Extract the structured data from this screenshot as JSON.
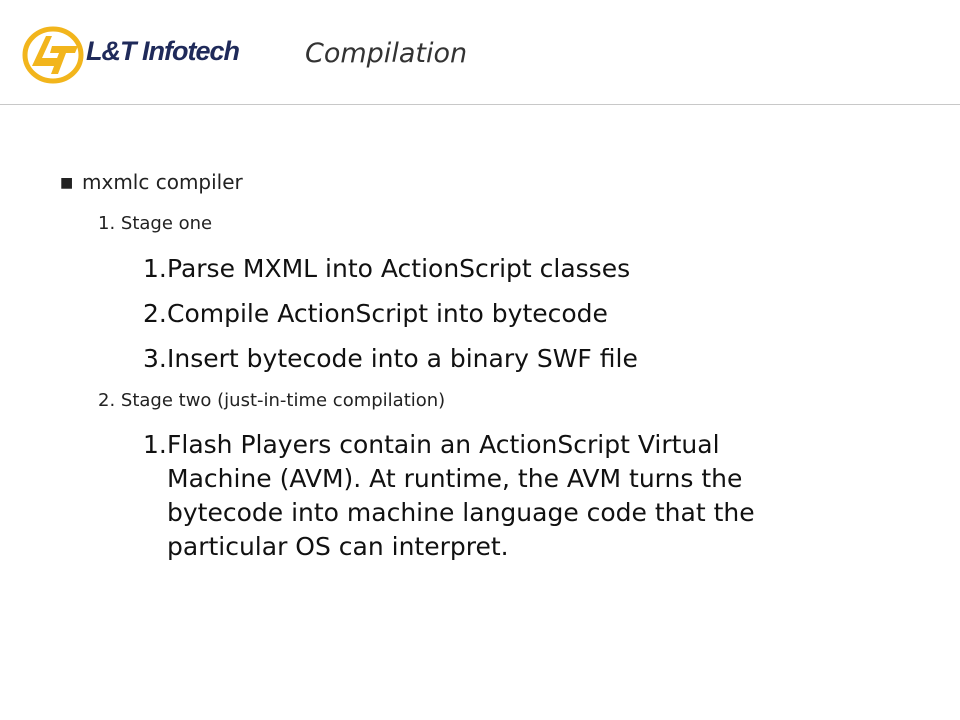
{
  "header": {
    "logo_text": "L&T Infotech",
    "title": "Compilation"
  },
  "bullets": {
    "main": "mxmlc compiler",
    "stage_one": {
      "label": "1. Stage one",
      "items": [
        {
          "num": "1.",
          "text": "Parse MXML into ActionScript classes"
        },
        {
          "num": "2.",
          "text": "Compile ActionScript into bytecode"
        },
        {
          "num": "3.",
          "text": "Insert bytecode into a binary SWF file"
        }
      ]
    },
    "stage_two": {
      "label": "2. Stage two (just-in-time compilation)",
      "item": {
        "num": "1.",
        "lines": [
          "Flash Players contain an ActionScript Virtual",
          "Machine (AVM).  At runtime, the AVM turns the",
          "bytecode into machine language code that the",
          "particular OS can interpret."
        ]
      }
    }
  },
  "colors": {
    "logo_yellow": "#f2b51c",
    "logo_navy": "#1f2a5a",
    "rule": "#c8c8c8"
  }
}
